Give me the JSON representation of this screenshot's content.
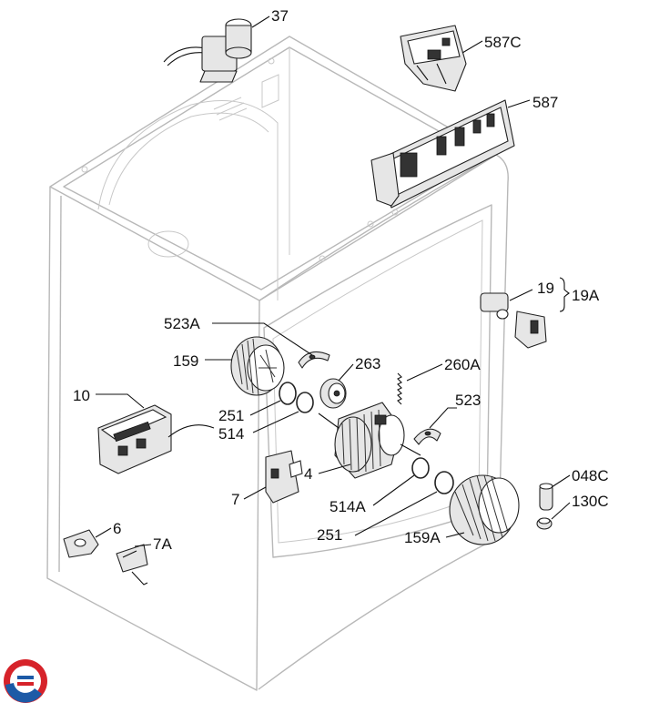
{
  "callouts": {
    "c37": "37",
    "c587C": "587C",
    "c587": "587",
    "c19": "19",
    "c19A": "19A",
    "c523A": "523A",
    "c159": "159",
    "c263": "263",
    "c260A": "260A",
    "c10": "10",
    "c251a": "251",
    "c514": "514",
    "c523": "523",
    "c4": "4",
    "c7": "7",
    "c514A": "514A",
    "c251b": "251",
    "c159A": "159A",
    "c048C": "048C",
    "c130C": "130C",
    "c6": "6",
    "c7A": "7A"
  },
  "colors": {
    "logo_red": "#d6232a",
    "logo_blue": "#1d5aa6",
    "cabinet_line": "#b8b8b8",
    "part_line": "#222222"
  },
  "logo": {
    "icon": "brand-logo-icon"
  }
}
